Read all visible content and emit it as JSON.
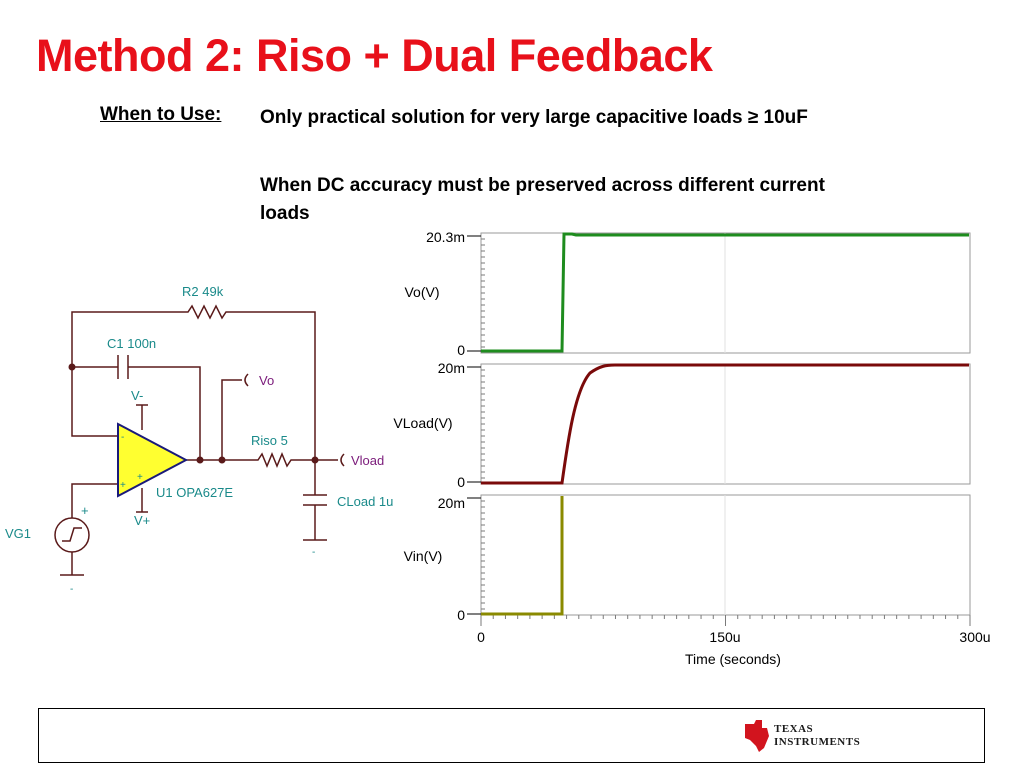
{
  "title": "Method 2:  Riso + Dual Feedback",
  "when_label": "When to Use:",
  "bullets": [
    "Only practical solution for very large capacitive loads ≥ 10uF",
    "When DC accuracy must be preserved across different current loads"
  ],
  "schematic": {
    "r2": "R2 49k",
    "c1": "C1 100n",
    "vminus": "V-",
    "vplus": "V+",
    "u1": "U1 OPA627E",
    "riso": "Riso 5",
    "cload": "CLoad 1u",
    "vg1": "VG1",
    "vo_probe": "Vo",
    "vload_probe": "Vload",
    "plus": "+",
    "minus": "-"
  },
  "plots": [
    {
      "ylabel": "Vo(V)",
      "ytop": "20.3m",
      "ybot": "0",
      "color": "#1e8c1e"
    },
    {
      "ylabel": "VLoad(V)",
      "ytop": "20m",
      "ybot": "0",
      "color": "#7a0a0a"
    },
    {
      "ylabel": "Vin(V)",
      "ytop": "20m",
      "ybot": "0",
      "color": "#8a8a00"
    }
  ],
  "xaxis": {
    "ticks": [
      "0",
      "150u",
      "300u"
    ],
    "label": "Time (seconds)"
  },
  "logo": {
    "line1": "TEXAS",
    "line2": "INSTRUMENTS"
  }
}
